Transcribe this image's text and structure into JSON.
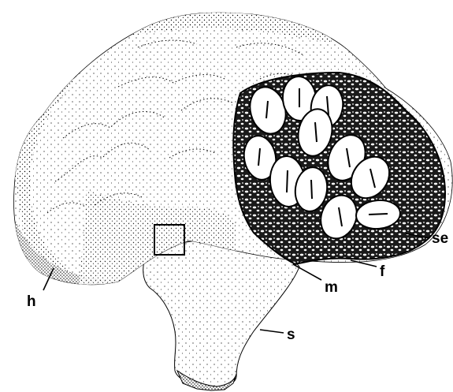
{
  "figure": {
    "labels": {
      "se": "se",
      "f": "f",
      "m": "m",
      "h": "h",
      "s": "s"
    }
  },
  "colors": {
    "ink": "#000000",
    "paper": "#ffffff"
  }
}
